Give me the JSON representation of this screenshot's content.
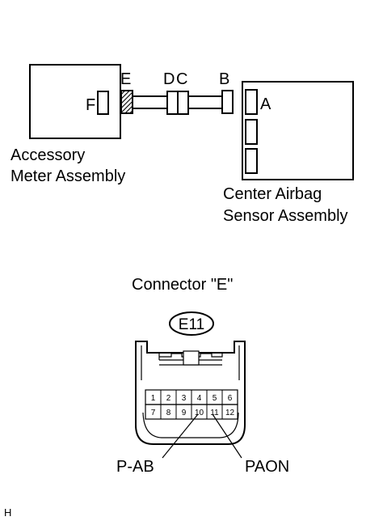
{
  "wiring": {
    "left_component": {
      "name_line1": "Accessory",
      "name_line2": "Meter Assembly",
      "port": "F"
    },
    "right_component": {
      "name_line1": "Center Airbag",
      "name_line2": "Sensor Assembly",
      "port": "A"
    },
    "connector_labels": {
      "e": "E",
      "d": "D",
      "c": "C",
      "b": "B"
    }
  },
  "connector_view": {
    "title": "Connector \"E\"",
    "id_badge": "E11",
    "pins_row1": [
      "1",
      "2",
      "3",
      "4",
      "5",
      "6"
    ],
    "pins_row2": [
      "7",
      "8",
      "9",
      "10",
      "11",
      "12"
    ],
    "callouts": {
      "left": "P-AB",
      "right": "PAON"
    }
  },
  "footer": {
    "code": "H"
  }
}
